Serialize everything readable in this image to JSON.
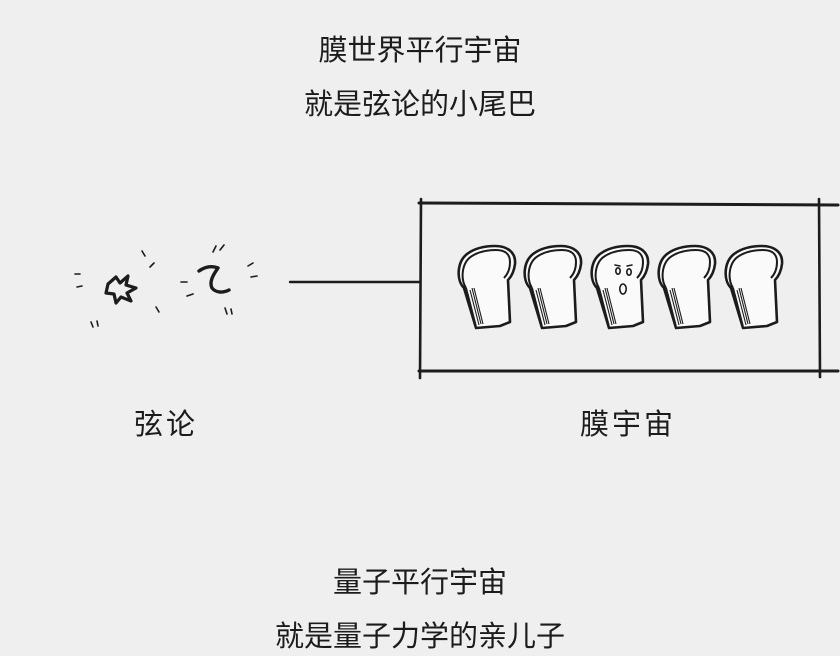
{
  "top_caption": {
    "line1": "膜世界平行宇宙",
    "line2": "就是弦论的小尾巴"
  },
  "diagram": {
    "left_label": "弦论",
    "right_label": "膜宇宙",
    "toast_slice_count": 5
  },
  "bottom_caption": {
    "line1": "量子平行宇宙",
    "line2": "就是量子力学的亲儿子"
  }
}
